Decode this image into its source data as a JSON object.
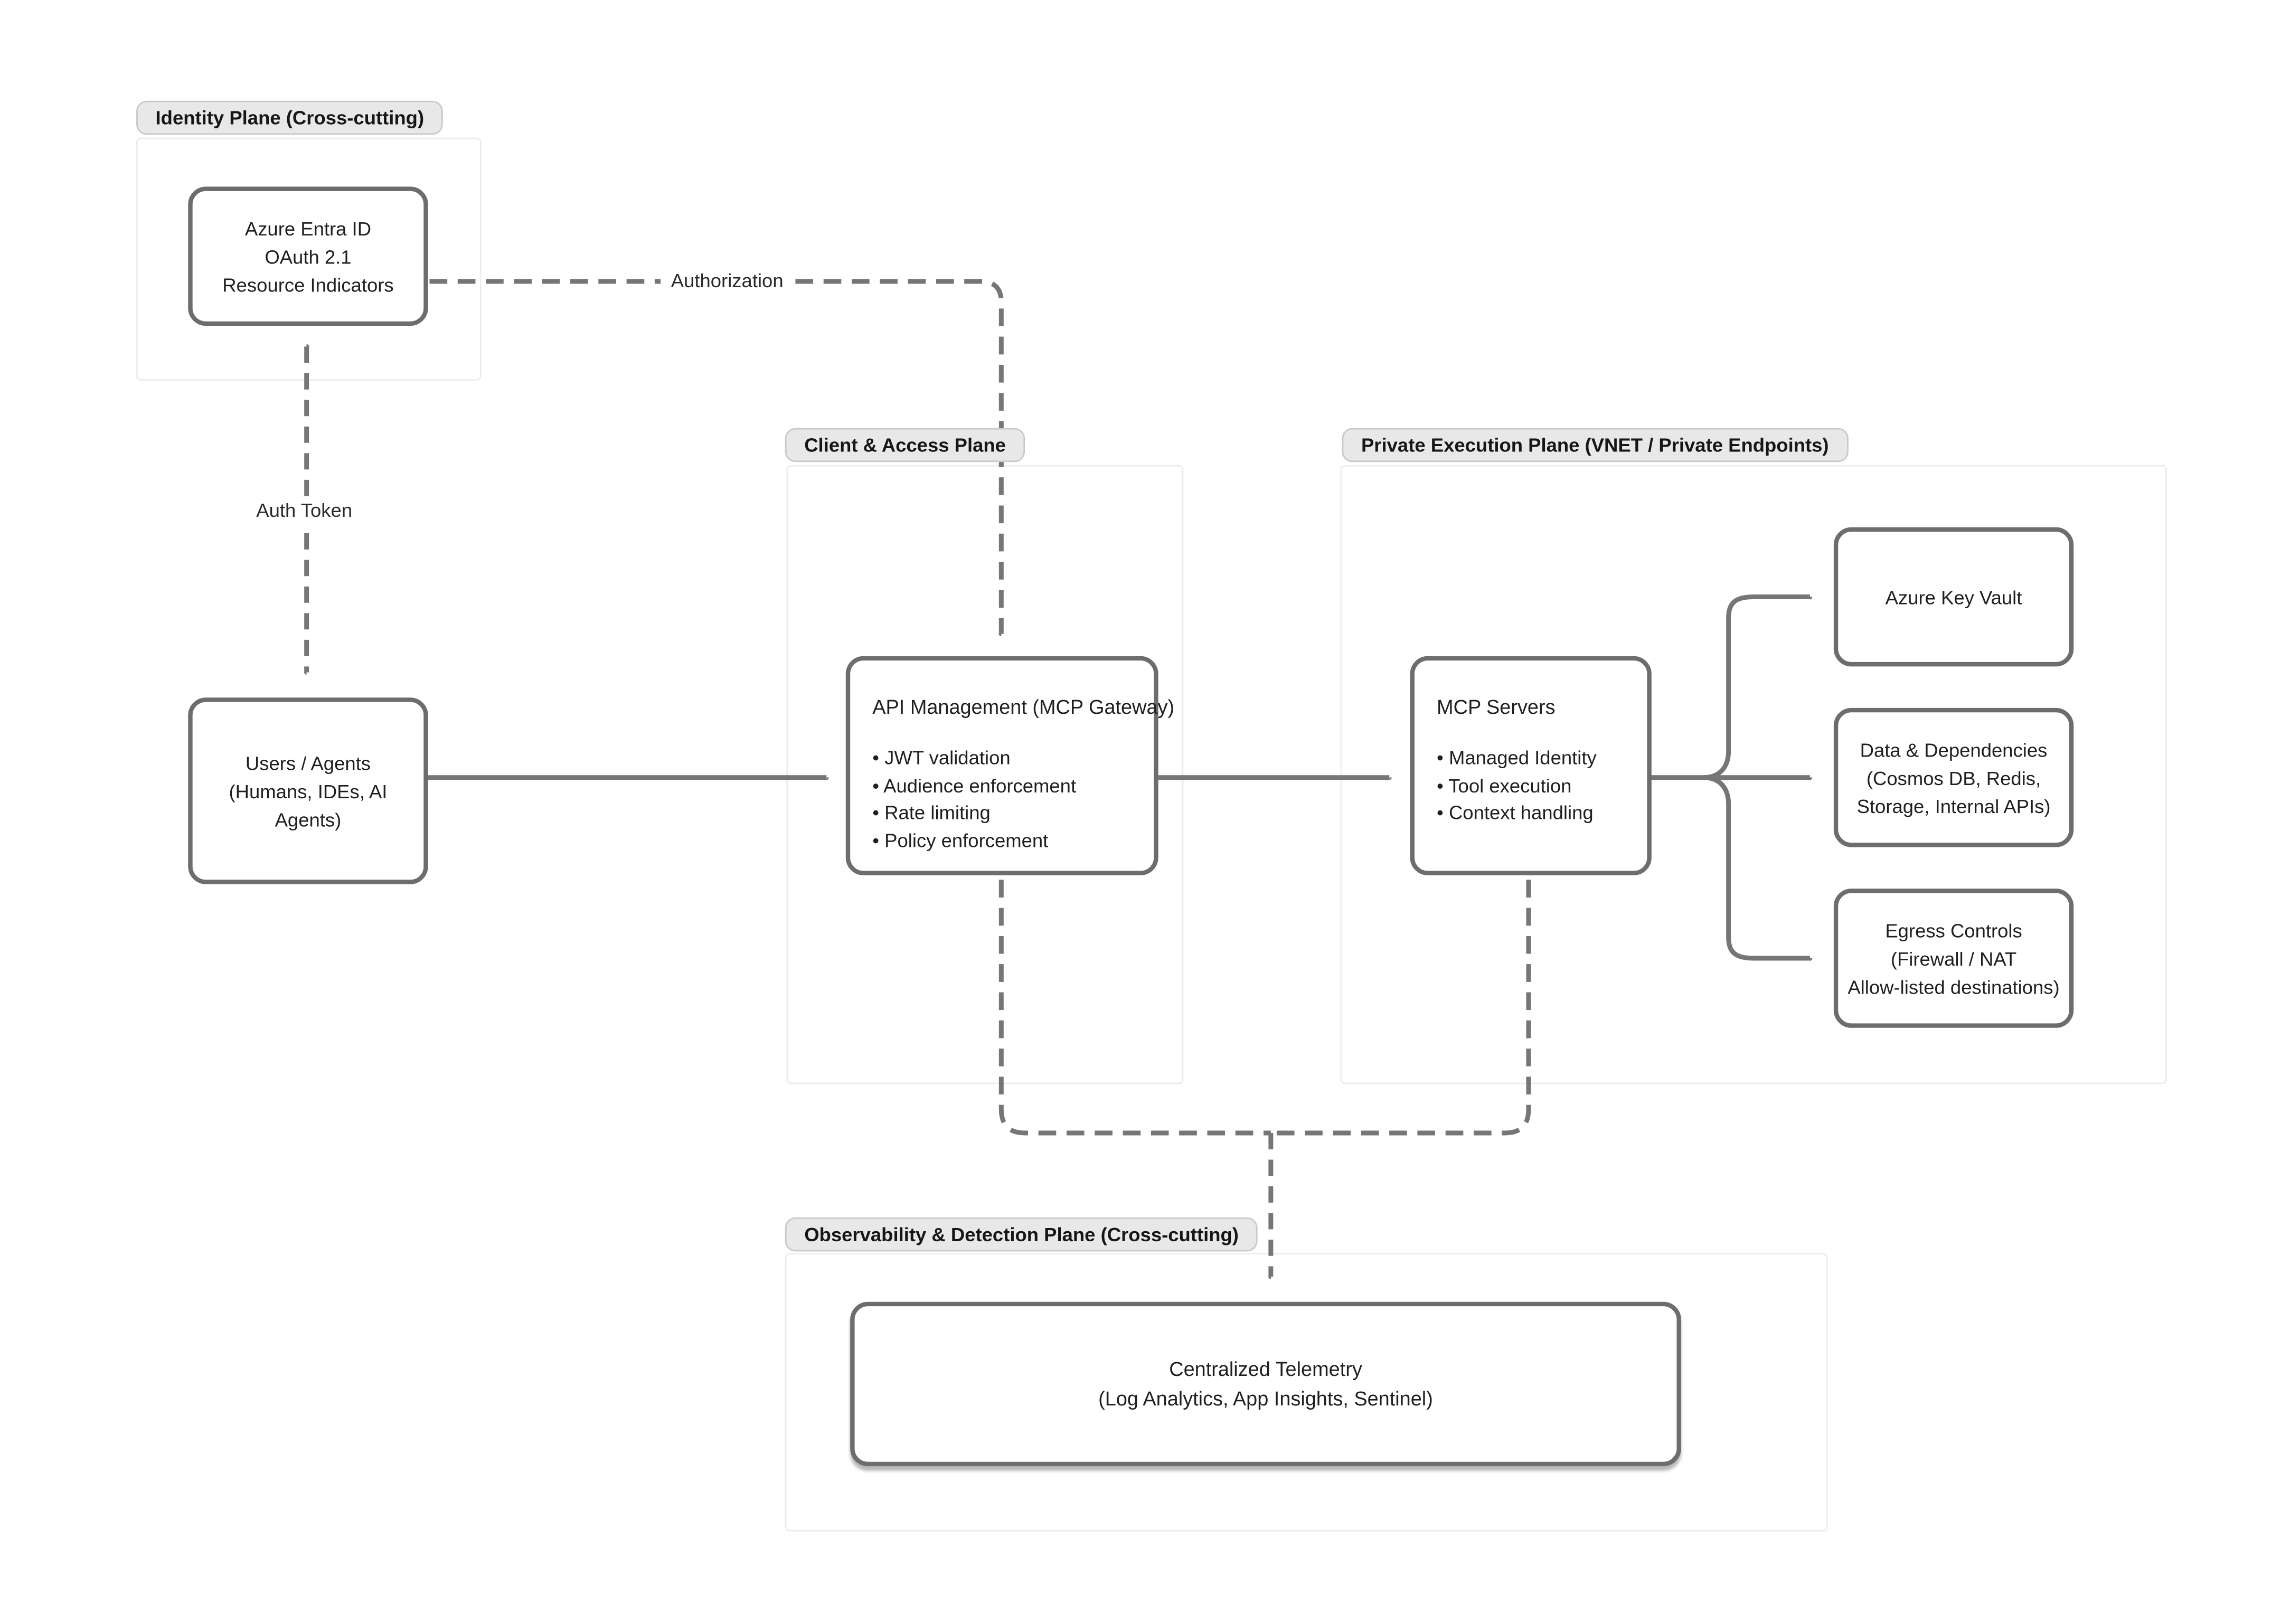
{
  "diagram": {
    "planes": {
      "identity": {
        "label": "Identity Plane (Cross-cutting)"
      },
      "client": {
        "label": "Client & Access Plane"
      },
      "private": {
        "label": "Private Execution Plane (VNET / Private Endpoints)"
      },
      "observability": {
        "label": "Observability & Detection Plane (Cross-cutting)"
      }
    },
    "nodes": {
      "entra": {
        "line1": "Azure Entra ID",
        "line2": "OAuth 2.1",
        "line3": "Resource Indicators"
      },
      "users": {
        "line1": "Users / Agents",
        "line2": "(Humans, IDEs, AI",
        "line3": "Agents)"
      },
      "api_management": {
        "title": "API Management (MCP Gateway)",
        "bullet1": "JWT validation",
        "bullet2": "Audience enforcement",
        "bullet3": "Rate limiting",
        "bullet4": "Policy enforcement"
      },
      "mcp_servers": {
        "title": "MCP Servers",
        "bullet1": "Managed Identity",
        "bullet2": "Tool execution",
        "bullet3": "Context handling"
      },
      "key_vault": {
        "line1": "Azure Key Vault"
      },
      "data_dependencies": {
        "line1": "Data & Dependencies",
        "line2": "(Cosmos DB, Redis,",
        "line3": "Storage, Internal APIs)"
      },
      "egress_controls": {
        "line1": "Egress Controls",
        "line2": "(Firewall / NAT",
        "line3": "Allow-listed destinations)"
      },
      "telemetry": {
        "line1": "Centralized Telemetry",
        "line2": "(Log Analytics, App Insights, Sentinel)"
      }
    },
    "edge_labels": {
      "authorization": "Authorization",
      "auth_token": "Auth Token"
    },
    "colors": {
      "node_border": "#6d6d6d",
      "connector": "#767676",
      "plane_border": "#ececec",
      "pill_bg": "#e8e8e8",
      "text": "#1f1f1f"
    }
  }
}
